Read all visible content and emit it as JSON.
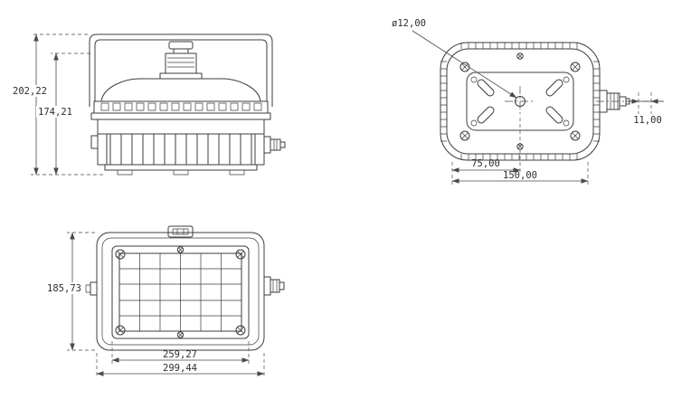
{
  "sheet": {
    "background": "#ffffff",
    "line_color": "#3c3c3c",
    "dim_color": "#4a4a4a"
  },
  "views": {
    "front_elevation": {
      "dim_overall_height": "202,22",
      "dim_body_height": "174,21"
    },
    "rear_view": {
      "dim_hole_diameter": "ø12,00",
      "dim_gland_offset": "11,00",
      "dim_hole_half_spacing": "75,00",
      "dim_hole_spacing": "150,00"
    },
    "front_face": {
      "dim_height": "185,73",
      "dim_window_width": "259,27",
      "dim_overall_width": "299,44"
    }
  }
}
